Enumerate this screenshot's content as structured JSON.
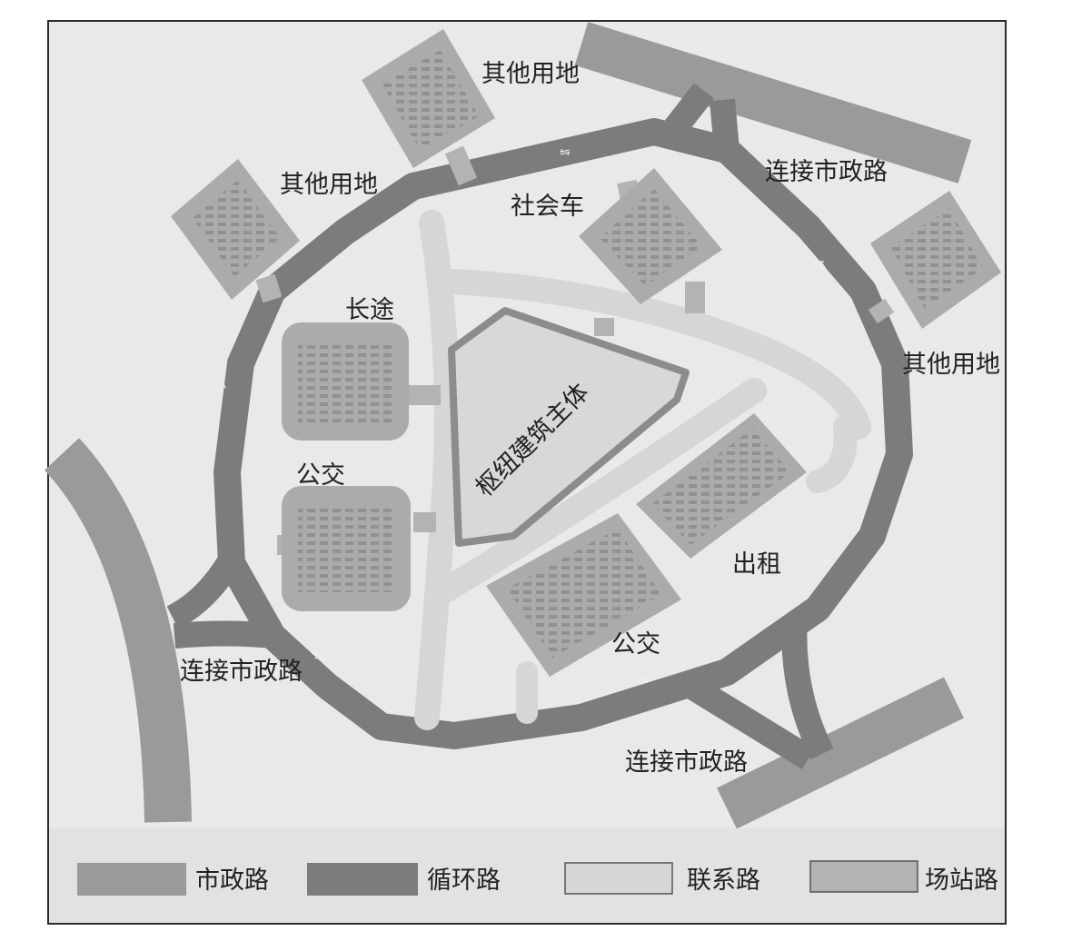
{
  "labels": {
    "other_land_top": "其他用地",
    "other_land_left": "其他用地",
    "other_land_right": "其他用地",
    "connect_top_right": "连接市政路",
    "connect_left": "连接市政路",
    "connect_bottom": "连接市政路",
    "social_car": "社会车",
    "long_distance": "长途",
    "bus_left": "公交",
    "bus_bottom": "公交",
    "taxi": "出租",
    "hub_building": "枢纽建筑主体"
  },
  "legend": [
    {
      "label": "市政路",
      "color": "#9a9a9a"
    },
    {
      "label": "循环路",
      "color": "#7c7c7c"
    },
    {
      "label": "联系路",
      "color": "#d6d6d6"
    },
    {
      "label": "场站路",
      "color": "#b3b3b3"
    }
  ],
  "colors": {
    "background": "#e9e9e9",
    "municipal_road": "#9a9a9a",
    "loop_road": "#7c7c7c",
    "link_road": "#d6d6d6",
    "station_road": "#b3b3b3",
    "block": "#ababab",
    "block_stripe": "#8e8e8e",
    "building_outline": "#8c8c8c"
  }
}
